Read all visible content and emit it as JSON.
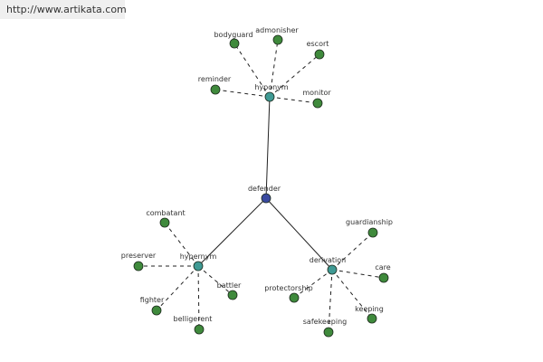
{
  "watermark": "http://www.artikata.com",
  "colors": {
    "root": "#3a4aa0",
    "relation": "#3f9a94",
    "leaf": "#3f8a3c",
    "edge": "#222222",
    "node_stroke": "#1c2a1c"
  },
  "graph": {
    "root": {
      "id": "defender",
      "label": "defender"
    },
    "relations": [
      {
        "id": "hyponym",
        "label": "hyponym"
      },
      {
        "id": "hypernym",
        "label": "hypernym"
      },
      {
        "id": "derivation",
        "label": "derivation"
      }
    ],
    "leaves": [
      {
        "id": "bodyguard",
        "label": "bodyguard",
        "parent": "hyponym"
      },
      {
        "id": "admonisher",
        "label": "admonisher",
        "parent": "hyponym"
      },
      {
        "id": "escort",
        "label": "escort",
        "parent": "hyponym"
      },
      {
        "id": "reminder",
        "label": "reminder",
        "parent": "hyponym"
      },
      {
        "id": "monitor",
        "label": "monitor",
        "parent": "hyponym"
      },
      {
        "id": "combatant",
        "label": "combatant",
        "parent": "hypernym"
      },
      {
        "id": "preserver",
        "label": "preserver",
        "parent": "hypernym"
      },
      {
        "id": "battler",
        "label": "battler",
        "parent": "hypernym"
      },
      {
        "id": "fighter",
        "label": "fighter",
        "parent": "hypernym"
      },
      {
        "id": "belligerent",
        "label": "belligerent",
        "parent": "hypernym"
      },
      {
        "id": "guardianship",
        "label": "guardianship",
        "parent": "derivation"
      },
      {
        "id": "care",
        "label": "care",
        "parent": "derivation"
      },
      {
        "id": "protectorship",
        "label": "protectorship",
        "parent": "derivation"
      },
      {
        "id": "keeping",
        "label": "keeping",
        "parent": "derivation"
      },
      {
        "id": "safekeeping",
        "label": "safekeeping",
        "parent": "derivation"
      }
    ]
  }
}
